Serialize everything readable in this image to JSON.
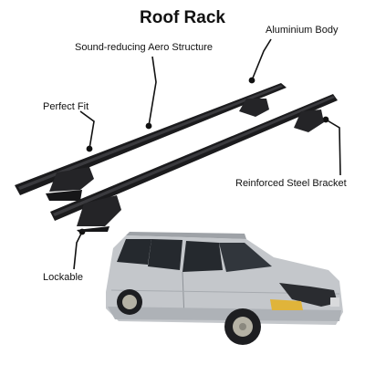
{
  "title": "Roof Rack",
  "callouts": {
    "aero": "Sound-reducing Aero Structure",
    "body": "Aluminium Body",
    "fit": "Perfect Fit",
    "bracket": "Reinforced Steel Bracket",
    "lock": "Lockable"
  },
  "colors": {
    "text": "#111111",
    "bar": "#1b1b1d",
    "van": "#c4c7cb"
  }
}
